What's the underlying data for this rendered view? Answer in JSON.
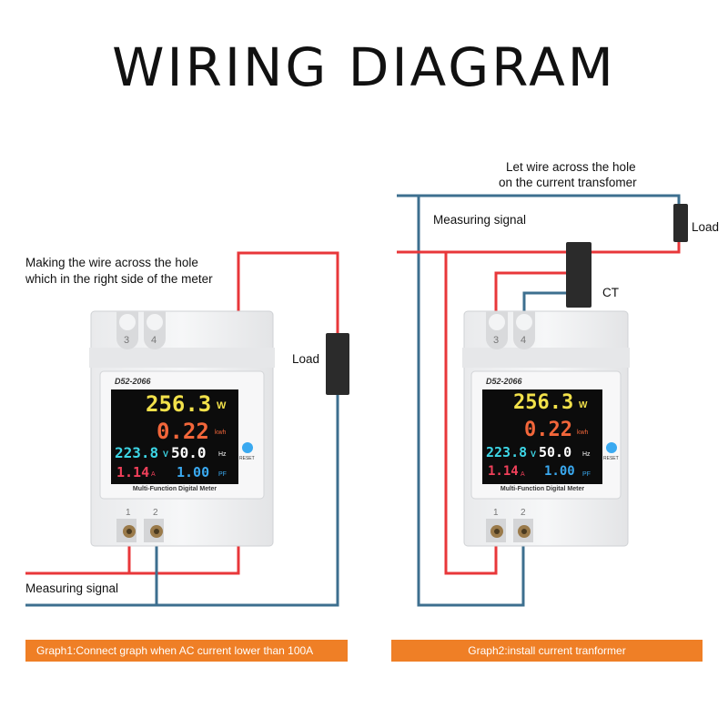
{
  "title": "WIRING DIAGRAM",
  "graph1": {
    "instruction_line1": "Making the wire across the hole",
    "instruction_line2": "which in the right side of the meter",
    "load_label": "Load",
    "measuring_label": "Measuring signal",
    "caption": "Graph1:Connect graph when AC current lower than 100A"
  },
  "graph2": {
    "instruction_line1": "Let wire across the hole",
    "instruction_line2": "on the current transfomer",
    "measuring_label": "Measuring signal",
    "load_label": "Load",
    "ct_label": "CT",
    "caption": "Graph2:install current tranformer"
  },
  "meter": {
    "model": "D52-2066",
    "power_value": "256.3",
    "power_unit": "W",
    "energy_value": "0.22",
    "energy_unit": "kwh",
    "voltage_value": "223.8",
    "voltage_unit": "V",
    "frequency_value": "50.0",
    "frequency_unit": "Hz",
    "current_value": "1.14",
    "current_unit": "A",
    "pf_value": "1.00",
    "pf_unit": "PF",
    "reset_label": "RESET",
    "name": "Multi-Function Digital Meter",
    "terminal_top_left": "3",
    "terminal_top_right": "4",
    "terminal_bottom_left": "1",
    "terminal_bottom_right": "2"
  },
  "colors": {
    "red_wire": "#e8373a",
    "blue_wire": "#3d6f8f",
    "caption_bg": "#ef7f26",
    "power": "#f2e14a",
    "energy": "#f2663a",
    "voltage": "#3dd6e6",
    "frequency": "#ffffff",
    "current": "#f0405a",
    "pf": "#3aa9f0"
  }
}
